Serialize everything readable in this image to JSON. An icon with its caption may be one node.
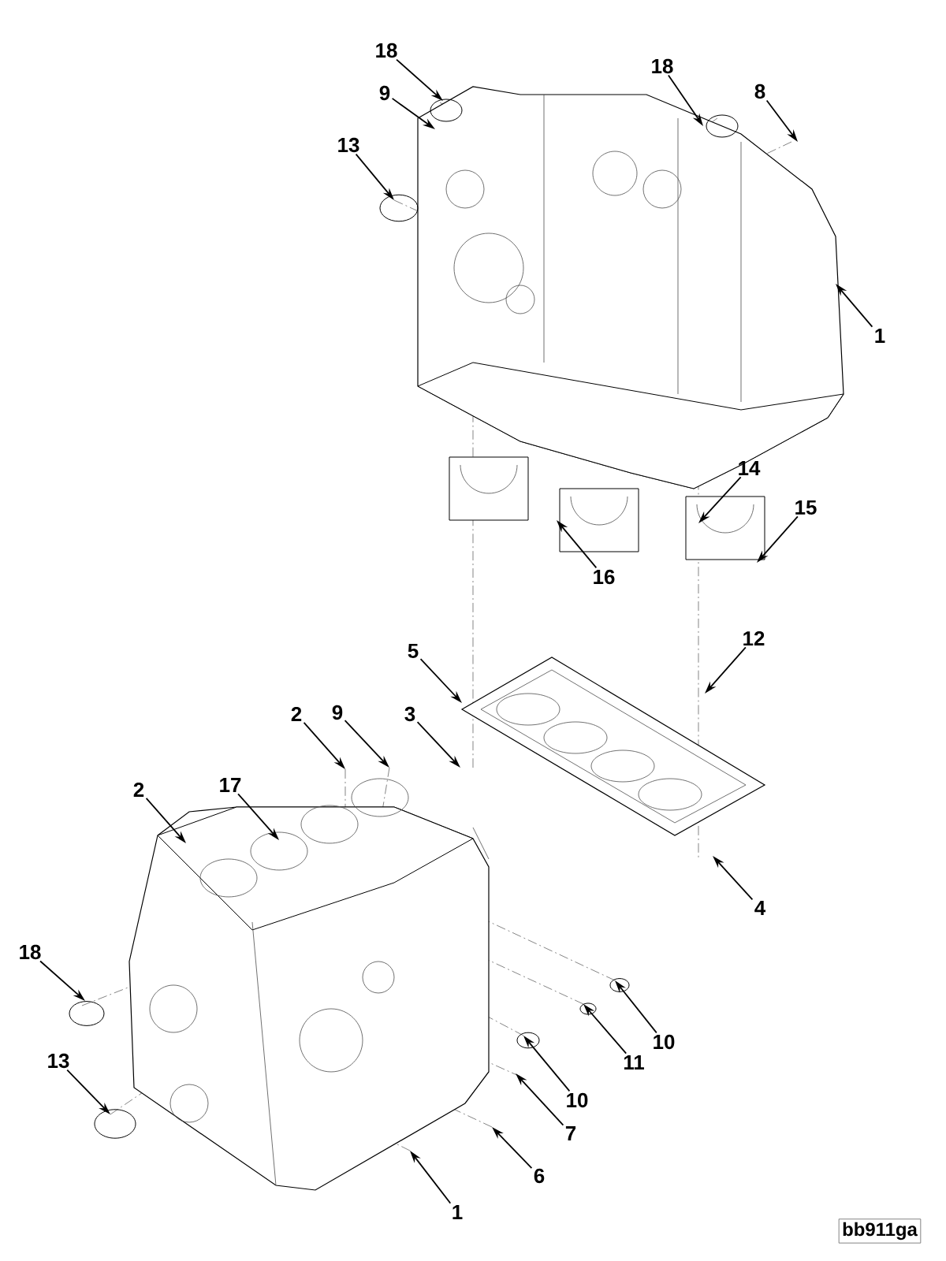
{
  "diagram": {
    "nodes": [
      {
        "text": [
          "18"
        ]
      },
      {
        "text": [
          "9"
        ]
      },
      {
        "text": [
          "13"
        ]
      },
      {
        "text": [
          "18"
        ]
      },
      {
        "text": [
          "8"
        ]
      },
      {
        "text": [
          "1"
        ]
      },
      {
        "text": [
          "14"
        ]
      },
      {
        "text": [
          "15"
        ]
      },
      {
        "text": [
          "16"
        ]
      },
      {
        "text": [
          "12"
        ]
      },
      {
        "text": [
          "5"
        ]
      },
      {
        "text": [
          "3"
        ]
      },
      {
        "text": [
          "4"
        ]
      },
      {
        "text": [
          "2"
        ]
      },
      {
        "text": [
          "9"
        ]
      },
      {
        "text": [
          "2"
        ]
      },
      {
        "text": [
          "17"
        ]
      },
      {
        "text": [
          "18"
        ]
      },
      {
        "text": [
          "13"
        ]
      },
      {
        "text": [
          "10"
        ]
      },
      {
        "text": [
          "11"
        ]
      },
      {
        "text": [
          "10"
        ]
      },
      {
        "text": [
          "7"
        ]
      },
      {
        "text": [
          "6"
        ]
      },
      {
        "text": [
          "1"
        ]
      }
    ],
    "edges": [
      {
        "from": 0,
        "to": null,
        "arrow": "to"
      },
      {
        "from": 1,
        "to": null,
        "arrow": "to"
      },
      {
        "from": 2,
        "to": null,
        "arrow": "to"
      },
      {
        "from": 3,
        "to": null,
        "arrow": "to"
      },
      {
        "from": 4,
        "to": null,
        "arrow": "to"
      },
      {
        "from": 5,
        "to": null,
        "arrow": "to"
      },
      {
        "from": 6,
        "to": null,
        "arrow": "to"
      },
      {
        "from": 7,
        "to": null,
        "arrow": "to"
      },
      {
        "from": 8,
        "to": null,
        "arrow": "to"
      },
      {
        "from": 9,
        "to": null,
        "arrow": "to"
      },
      {
        "from": 10,
        "to": null,
        "arrow": "to"
      },
      {
        "from": 11,
        "to": null,
        "arrow": "to"
      },
      {
        "from": 12,
        "to": null,
        "arrow": "to"
      },
      {
        "from": 13,
        "to": null,
        "arrow": "to"
      },
      {
        "from": 14,
        "to": null,
        "arrow": "to"
      },
      {
        "from": 15,
        "to": null,
        "arrow": "to"
      },
      {
        "from": 16,
        "to": null,
        "arrow": "to"
      },
      {
        "from": 17,
        "to": null,
        "arrow": "to"
      },
      {
        "from": 18,
        "to": null,
        "arrow": "to"
      },
      {
        "from": 19,
        "to": null,
        "arrow": "to"
      },
      {
        "from": 20,
        "to": null,
        "arrow": "to"
      },
      {
        "from": 21,
        "to": null,
        "arrow": "to"
      },
      {
        "from": 22,
        "to": null,
        "arrow": "to"
      },
      {
        "from": 23,
        "to": null,
        "arrow": "to"
      },
      {
        "from": 24,
        "to": null,
        "arrow": "to"
      }
    ],
    "labels": [
      "bb911ga"
    ]
  }
}
